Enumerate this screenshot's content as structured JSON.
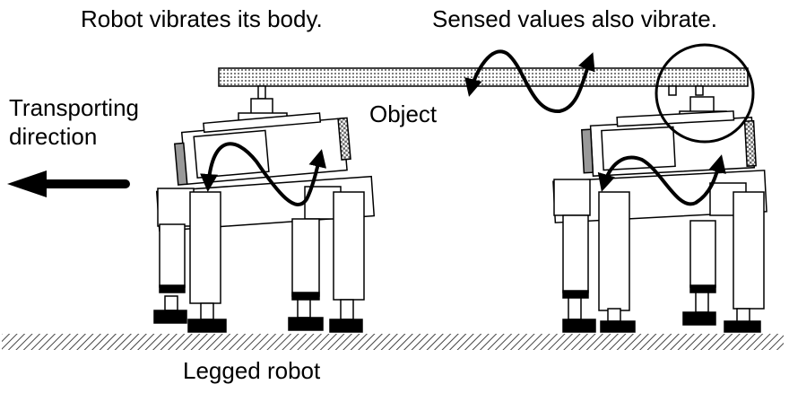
{
  "labels": {
    "robot_vibrates": "Robot vibrates its body.",
    "sensed_values": "Sensed values also vibrate.",
    "object": "Object",
    "transporting_line1": "Transporting",
    "transporting_line2": "direction",
    "legged_robot": "Legged robot"
  },
  "colors": {
    "ink": "#000000",
    "background": "#ffffff",
    "hatch": "#555555"
  },
  "icons": [
    "arrow-left-icon",
    "wave-arrow-icon",
    "magnifier-circle-icon"
  ]
}
